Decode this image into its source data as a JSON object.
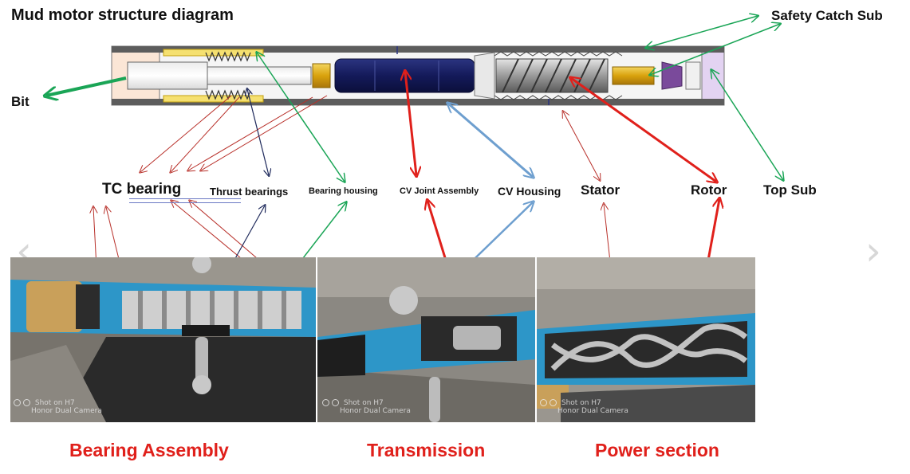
{
  "diagram": {
    "title": "Mud motor structure diagram",
    "labels": {
      "safety_catch_sub": "Safety Catch Sub",
      "bit": "Bit",
      "tc_bearing": "TC bearing",
      "thrust_bearings": "Thrust bearings",
      "bearing_housing": "Bearing housing",
      "cv_joint_assembly": "CV Joint Assembly",
      "cv_housing": "CV Housing",
      "stator": "Stator",
      "rotor": "Rotor",
      "top_sub": "Top Sub"
    },
    "sections": {
      "bearing_assembly": "Bearing Assembly",
      "transmission": "Transmission",
      "power_section": "Power section"
    },
    "photo_watermark": {
      "line1": "Shot on H7",
      "line2": "Honor Dual Camera"
    },
    "nav": {
      "prev": "‹",
      "next": "›"
    },
    "colors": {
      "dark_red": "#b8302a",
      "red": "#e0201b",
      "navy": "#1f2a5c",
      "green": "#1aa556",
      "light_blue": "#6e9fcf",
      "section_red": "#e0201b"
    }
  }
}
